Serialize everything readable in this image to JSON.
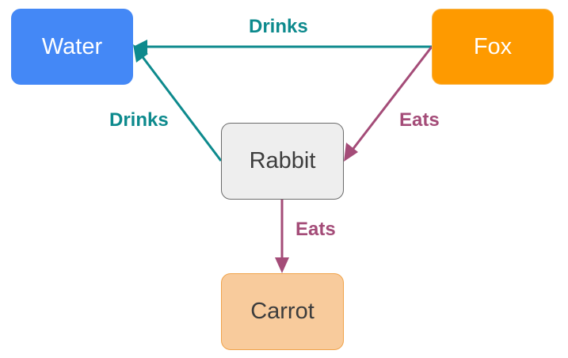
{
  "nodes": {
    "water": {
      "label": "Water",
      "color": "#4488f6"
    },
    "fox": {
      "label": "Fox",
      "color": "#fe9a00"
    },
    "rabbit": {
      "label": "Rabbit",
      "color": "#eeeeee"
    },
    "carrot": {
      "label": "Carrot",
      "color": "#f8cb9c"
    }
  },
  "edges": {
    "fox_water": {
      "from": "Fox",
      "to": "Water",
      "label": "Drinks",
      "color": "#0d8a8d"
    },
    "rabbit_water": {
      "from": "Rabbit",
      "to": "Water",
      "label": "Drinks",
      "color": "#0d8a8d"
    },
    "fox_rabbit": {
      "from": "Fox",
      "to": "Rabbit",
      "label": "Eats",
      "color": "#a44c78"
    },
    "rabbit_carrot": {
      "from": "Rabbit",
      "to": "Carrot",
      "label": "Eats",
      "color": "#a44c78"
    }
  }
}
